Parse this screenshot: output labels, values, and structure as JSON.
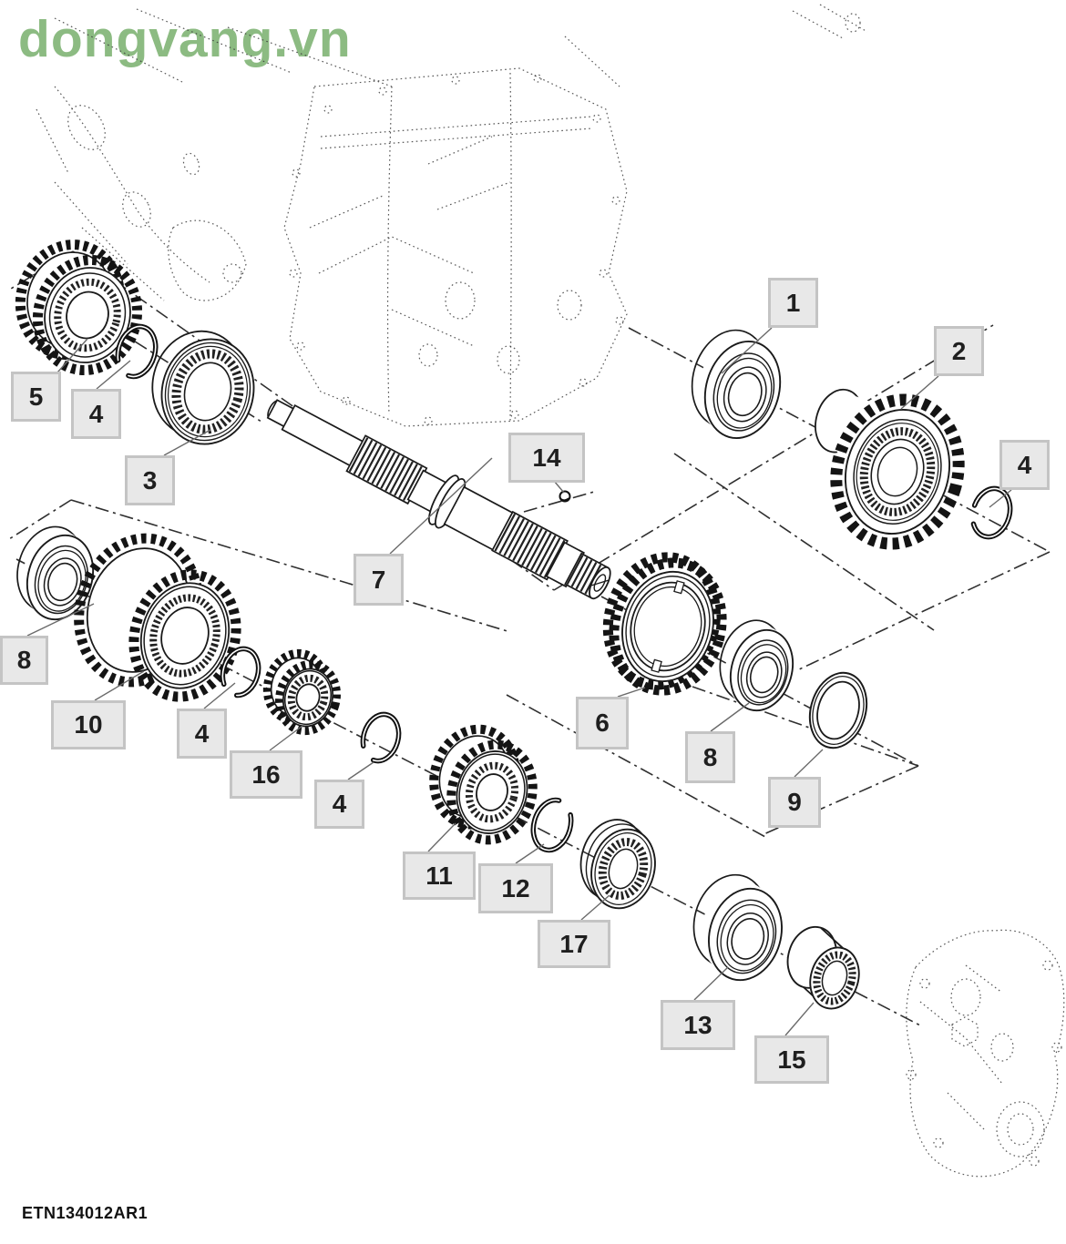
{
  "watermark": {
    "text": "dongvang.vn",
    "color": "#8cbb82"
  },
  "drawing_code": {
    "text": "ETN134012AR1"
  },
  "callouts": [
    {
      "label": "5"
    },
    {
      "label": "4"
    },
    {
      "label": "3"
    },
    {
      "label": "7"
    },
    {
      "label": "14"
    },
    {
      "label": "1"
    },
    {
      "label": "2"
    },
    {
      "label": "4"
    },
    {
      "label": "8"
    },
    {
      "label": "10"
    },
    {
      "label": "4"
    },
    {
      "label": "16"
    },
    {
      "label": "4"
    },
    {
      "label": "6"
    },
    {
      "label": "8"
    },
    {
      "label": "9"
    },
    {
      "label": "11"
    },
    {
      "label": "12"
    },
    {
      "label": "17"
    },
    {
      "label": "13"
    },
    {
      "label": "15"
    }
  ],
  "colors": {
    "line": "#1a1a1a",
    "dotted_housing": "#3a3a3a",
    "center_line": "#2f2f2f",
    "callout_fill": "#e8e8e8",
    "callout_border": "#c4c4c4",
    "leader": "#6a6a6a"
  }
}
